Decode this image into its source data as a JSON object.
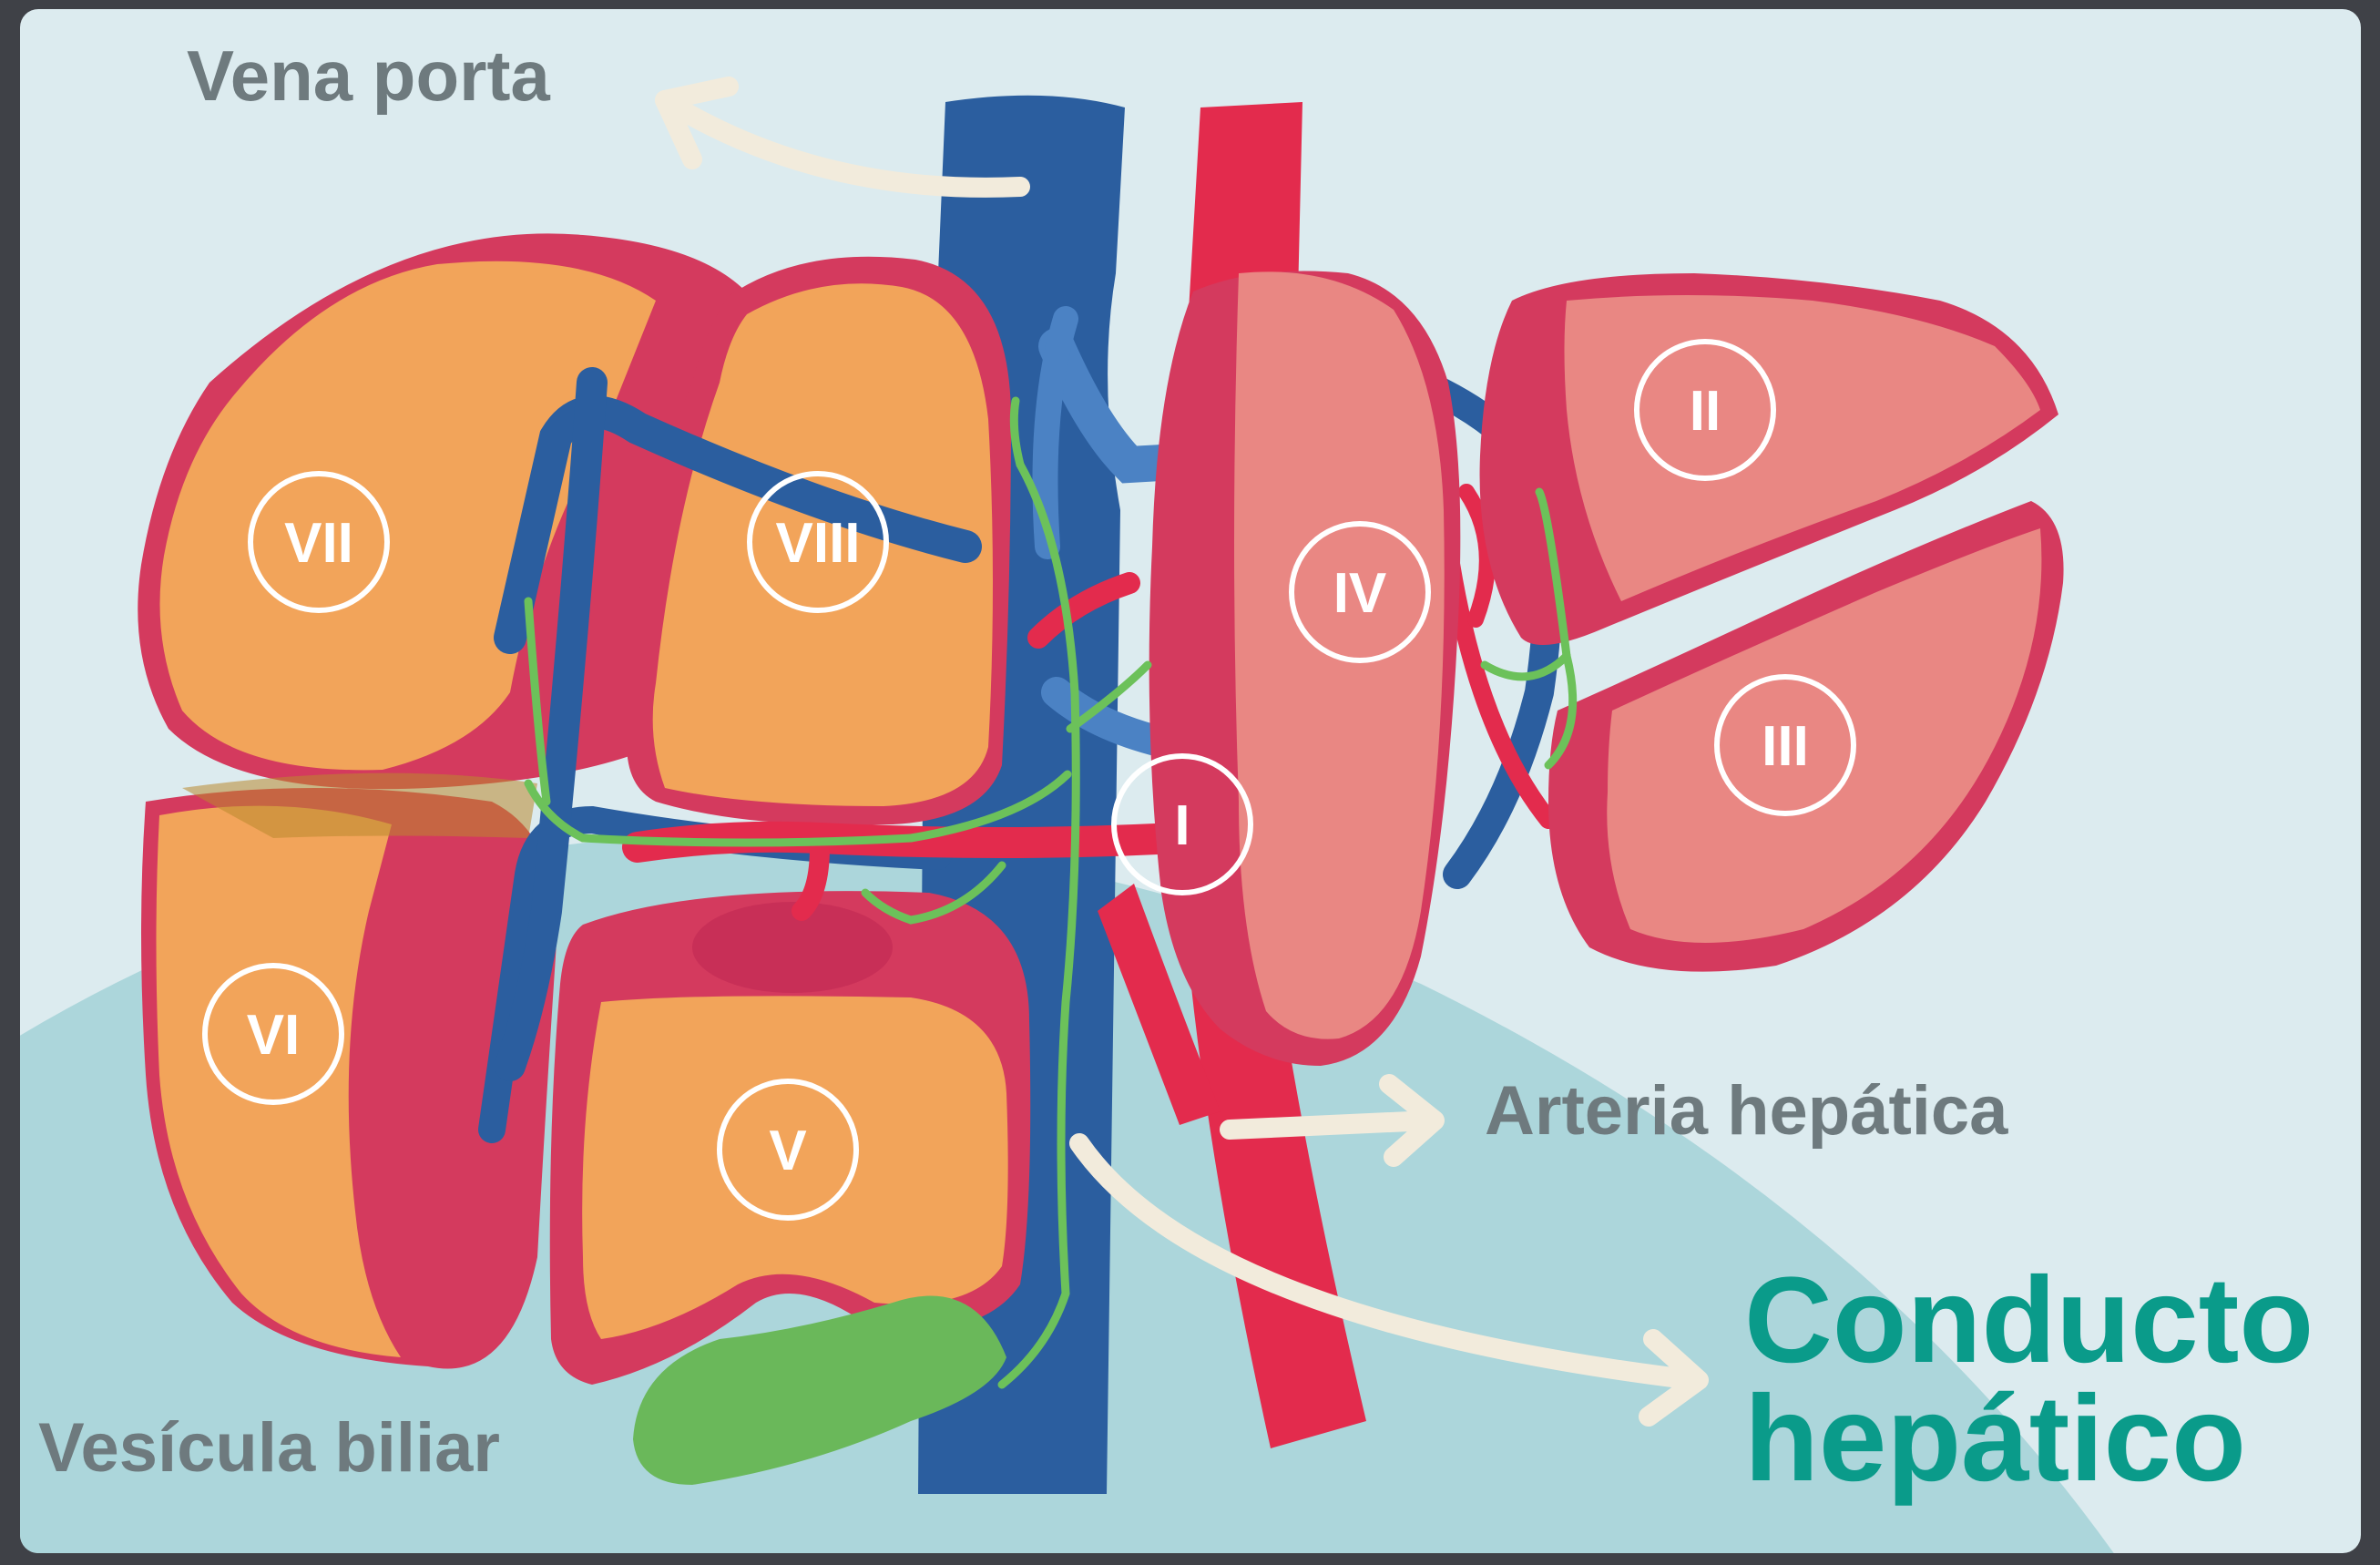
{
  "labels": {
    "portal_vein": "Vena porta",
    "hepatic_artery": "Arteria hepática",
    "hepatic_duct_line1": "Conducto",
    "hepatic_duct_line2": "hepático",
    "gallbladder": "Vesícula biliar"
  },
  "segments": {
    "I": "I",
    "II": "II",
    "III": "III",
    "IV": "IV",
    "V": "V",
    "VI": "VI",
    "VII": "VII",
    "VIII": "VIII"
  },
  "colors": {
    "background": "#dcebef",
    "lower_background": "#acd6db",
    "frame": "#3f4147",
    "right_lobe_fill": "#f2a45a",
    "left_lobe_fill": "#e98783",
    "lobe_outline": "#d43a5e",
    "lobe_dark": "#c82f57",
    "portal_vein": "#2b5e9f",
    "portal_vein_light": "#4b82c4",
    "hepatic_artery": "#e32b4d",
    "bile_duct": "#6cc15a",
    "gallbladder": "#6ab85a",
    "arrow": "#f2ebdc",
    "label_gray": "#6e7a7e",
    "label_teal": "#0a9b8a"
  }
}
